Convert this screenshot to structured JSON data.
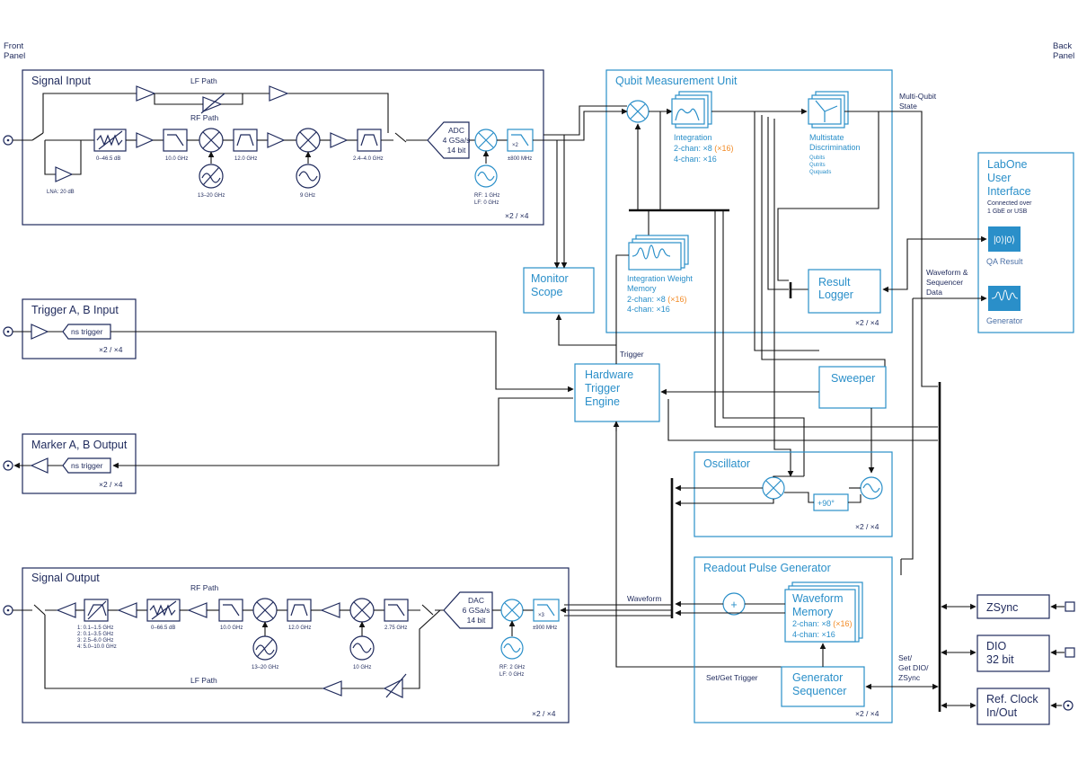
{
  "edges": {
    "front": [
      "Front",
      "Panel"
    ],
    "back": [
      "Back",
      "Panel"
    ]
  },
  "signal_input": {
    "title": "Signal Input",
    "lf_path": "LF Path",
    "rf_path": "RF Path",
    "atten": "0–46.5 dB",
    "lna": "LNA: 20 dB",
    "filt1": "10.0 GHz",
    "filt2": "12.0 GHz",
    "lo1": "13–20 GHz",
    "lo2": "9 GHz",
    "bp": "2.4–4.0 GHz",
    "adc": [
      "ADC",
      "4 GSa/s",
      "14 bit"
    ],
    "osc": [
      "RF: 1 GHz",
      "LF: 0 GHz"
    ],
    "lpf": "±800 MHz",
    "div": "×2",
    "mult": "×2 / ×4"
  },
  "qmu": {
    "title": "Qubit Measurement Unit",
    "integration": [
      "Integration",
      "2-chan: ×8 ",
      "(×16)",
      "4-chan: ×16"
    ],
    "multistate": [
      "Multistate",
      "Discrimination",
      "Qubits",
      "Qutrits",
      "Ququads"
    ],
    "iwm": [
      "Integration Weight",
      "Memory",
      "2-chan: ×8 ",
      "(×16)",
      "4-chan: ×16"
    ],
    "result_logger": [
      "Result",
      "Logger"
    ],
    "mult": "×2 / ×4"
  },
  "monitor": [
    "Monitor",
    "Scope"
  ],
  "multi_qubit": [
    "Multi-Qubit",
    "State"
  ],
  "waveform_data": [
    "Waveform &",
    "Sequencer",
    "Data"
  ],
  "labone": {
    "title": [
      "LabOne",
      "User",
      "Interface"
    ],
    "conn": [
      "Connected over",
      "1 GbE or USB"
    ],
    "qa": "QA Result",
    "gen": "Generator",
    "qa_icon": "|0⟩|0⟩"
  },
  "trigger_in": {
    "title": "Trigger A, B Input",
    "ns": "ns trigger",
    "mult": "×2 / ×4"
  },
  "marker_out": {
    "title": "Marker A, B Output",
    "ns": "ns trigger",
    "mult": "×2 / ×4"
  },
  "hte": {
    "title": [
      "Hardware",
      "Trigger",
      "Engine"
    ],
    "trigger": "Trigger"
  },
  "sweeper": "Sweeper",
  "oscillator": {
    "title": "Oscillator",
    "phase": "+90°",
    "mult": "×2 / ×4"
  },
  "rpg": {
    "title": "Readout Pulse Generator",
    "wm": [
      "Waveform",
      "Memory",
      "2-chan: ×8 ",
      "(×16)",
      "4-chan: ×16"
    ],
    "seq": [
      "Generator",
      "Sequencer"
    ],
    "set_get": "Set/Get Trigger",
    "waveform": "Waveform",
    "mult": "×2 / ×4",
    "plus": "+"
  },
  "set_get_dio": [
    "Set/",
    "Get DIO/",
    "ZSync"
  ],
  "signal_output": {
    "title": "Signal Output",
    "rf_path": "RF Path",
    "lf_path": "LF Path",
    "bands": [
      "1: 0.1–1.5 GHz",
      "2: 0.1–3.5 GHz",
      "3: 2.5–6.0 GHz",
      "4: 5.0–10.0 GHz"
    ],
    "atten": "0–66.5 dB",
    "filt1": "10.0 GHz",
    "filt2": "12.0 GHz",
    "filt3": "2.75 GHz",
    "lo1": "13–20 GHz",
    "lo2": "10 GHz",
    "dac": [
      "DAC",
      "6 GSa/s",
      "14 bit"
    ],
    "osc": [
      "RF: 2 GHz",
      "LF: 0 GHz"
    ],
    "lpf": "±900 MHz",
    "div": "×3",
    "mult": "×2 / ×4"
  },
  "right": {
    "zsync": "ZSync",
    "dio": [
      "DIO",
      "32 bit"
    ],
    "ref": [
      "Ref. Clock",
      "In/Out"
    ]
  }
}
